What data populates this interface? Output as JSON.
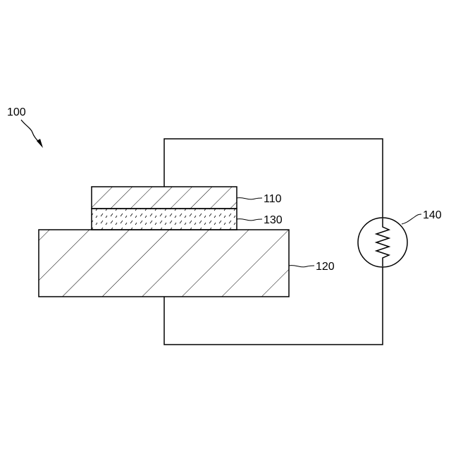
{
  "figure": {
    "reference_numerals": {
      "device": "100",
      "top_layer": "110",
      "intermediate_layer": "130",
      "substrate": "120",
      "resistor": "140"
    },
    "colors": {
      "line": "#000000",
      "background": "#ffffff"
    },
    "components": [
      {
        "ref": "110",
        "shape": "rectangle",
        "fill": "diagonal-hatch"
      },
      {
        "ref": "130",
        "shape": "rectangle",
        "fill": "dashed-dot-hatch"
      },
      {
        "ref": "120",
        "shape": "rectangle",
        "fill": "wide-diagonal-hatch"
      },
      {
        "ref": "140",
        "shape": "circle",
        "symbol": "zigzag-resistor"
      }
    ]
  }
}
